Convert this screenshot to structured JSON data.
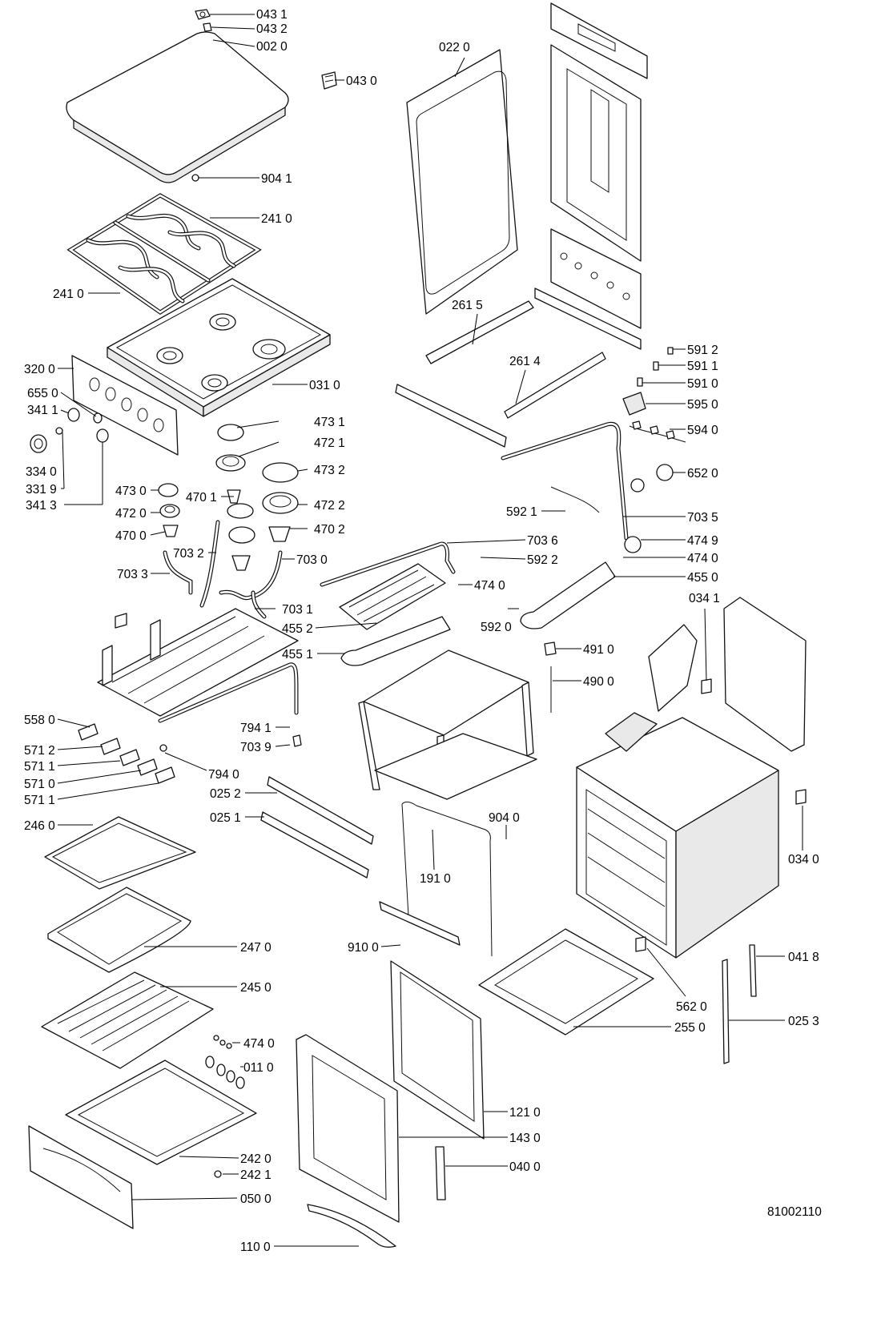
{
  "drawing_number": "81002110",
  "callouts": [
    {
      "id": "c-0431",
      "label": "043 1"
    },
    {
      "id": "c-0432",
      "label": "043 2"
    },
    {
      "id": "c-0020",
      "label": "002 0"
    },
    {
      "id": "c-0430",
      "label": "043 0"
    },
    {
      "id": "c-9041",
      "label": "904 1"
    },
    {
      "id": "c-2410a",
      "label": "241 0"
    },
    {
      "id": "c-2410b",
      "label": "241 0"
    },
    {
      "id": "c-3200",
      "label": "320 0"
    },
    {
      "id": "c-0310",
      "label": "031 0"
    },
    {
      "id": "c-6550",
      "label": "655 0"
    },
    {
      "id": "c-3411",
      "label": "341 1"
    },
    {
      "id": "c-3340",
      "label": "334 0"
    },
    {
      "id": "c-3319",
      "label": "331 9"
    },
    {
      "id": "c-3413",
      "label": "341 3"
    },
    {
      "id": "c-4731",
      "label": "473 1"
    },
    {
      "id": "c-4721",
      "label": "472 1"
    },
    {
      "id": "c-4732",
      "label": "473 2"
    },
    {
      "id": "c-4730",
      "label": "473 0"
    },
    {
      "id": "c-4701",
      "label": "470 1"
    },
    {
      "id": "c-4722",
      "label": "472 2"
    },
    {
      "id": "c-4720",
      "label": "472 0"
    },
    {
      "id": "c-4700",
      "label": "470 0"
    },
    {
      "id": "c-4702",
      "label": "470 2"
    },
    {
      "id": "c-7032",
      "label": "703 2"
    },
    {
      "id": "c-7030",
      "label": "703 0"
    },
    {
      "id": "c-7033",
      "label": "703 3"
    },
    {
      "id": "c-7031",
      "label": "703 1"
    },
    {
      "id": "c-0220",
      "label": "022 0"
    },
    {
      "id": "c-2615",
      "label": "261 5"
    },
    {
      "id": "c-2614",
      "label": "261 4"
    },
    {
      "id": "c-5912",
      "label": "591 2"
    },
    {
      "id": "c-5911",
      "label": "591 1"
    },
    {
      "id": "c-5910",
      "label": "591 0"
    },
    {
      "id": "c-5950",
      "label": "595 0"
    },
    {
      "id": "c-5940",
      "label": "594 0"
    },
    {
      "id": "c-6520",
      "label": "652 0"
    },
    {
      "id": "c-5921",
      "label": "592 1"
    },
    {
      "id": "c-7035",
      "label": "703 5"
    },
    {
      "id": "c-7036",
      "label": "703 6"
    },
    {
      "id": "c-5922",
      "label": "592 2"
    },
    {
      "id": "c-4749",
      "label": "474 9"
    },
    {
      "id": "c-4740a",
      "label": "474 0"
    },
    {
      "id": "c-4740b",
      "label": "474 0"
    },
    {
      "id": "c-4550",
      "label": "455 0"
    },
    {
      "id": "c-4552",
      "label": "455 2"
    },
    {
      "id": "c-5920",
      "label": "592 0"
    },
    {
      "id": "c-0341",
      "label": "034 1"
    },
    {
      "id": "c-4551",
      "label": "455 1"
    },
    {
      "id": "c-4910",
      "label": "491 0"
    },
    {
      "id": "c-4900",
      "label": "490 0"
    },
    {
      "id": "c-5580",
      "label": "558 0"
    },
    {
      "id": "c-7941",
      "label": "794 1"
    },
    {
      "id": "c-7039",
      "label": "703 9"
    },
    {
      "id": "c-5712",
      "label": "571 2"
    },
    {
      "id": "c-5711a",
      "label": "571 1"
    },
    {
      "id": "c-7940",
      "label": "794 0"
    },
    {
      "id": "c-5710",
      "label": "571 0"
    },
    {
      "id": "c-5711b",
      "label": "571 1"
    },
    {
      "id": "c-0252",
      "label": "025 2"
    },
    {
      "id": "c-0251",
      "label": "025 1"
    },
    {
      "id": "c-9040",
      "label": "904 0"
    },
    {
      "id": "c-2460",
      "label": "246 0"
    },
    {
      "id": "c-1910",
      "label": "191 0"
    },
    {
      "id": "c-0340",
      "label": "034 0"
    },
    {
      "id": "c-9100",
      "label": "910 0"
    },
    {
      "id": "c-2470",
      "label": "247 0"
    },
    {
      "id": "c-0418",
      "label": "041 8"
    },
    {
      "id": "c-5620",
      "label": "562 0"
    },
    {
      "id": "c-2450",
      "label": "245 0"
    },
    {
      "id": "c-2550",
      "label": "255 0"
    },
    {
      "id": "c-0253",
      "label": "025 3"
    },
    {
      "id": "c-4740c",
      "label": "474 0"
    },
    {
      "id": "c-0110",
      "label": "011 0"
    },
    {
      "id": "c-1210",
      "label": "121 0"
    },
    {
      "id": "c-1430",
      "label": "143 0"
    },
    {
      "id": "c-2420",
      "label": "242 0"
    },
    {
      "id": "c-2421",
      "label": "242 1"
    },
    {
      "id": "c-0400",
      "label": "040 0"
    },
    {
      "id": "c-0500",
      "label": "050 0"
    },
    {
      "id": "c-1100",
      "label": "110 0"
    }
  ]
}
